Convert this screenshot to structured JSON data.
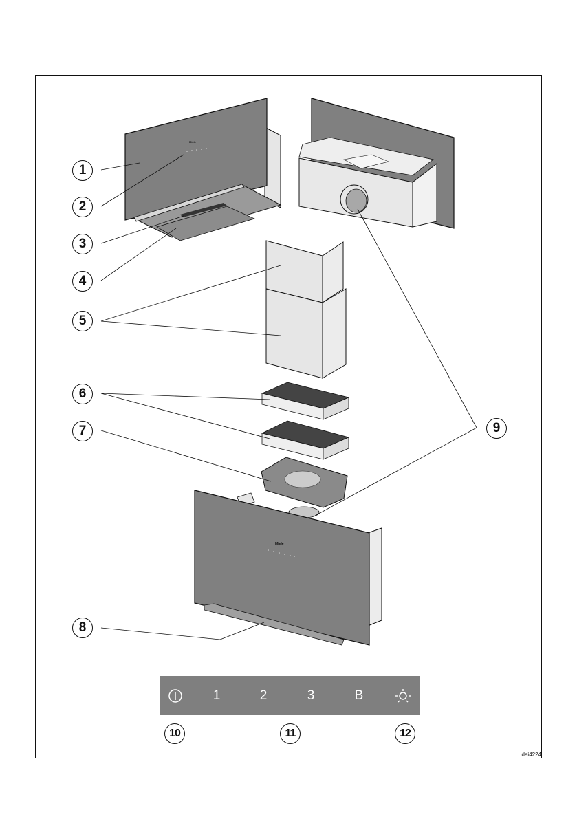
{
  "figure": {
    "id_label": "dai4224",
    "callouts": [
      "1",
      "2",
      "3",
      "4",
      "5",
      "6",
      "7",
      "8",
      "9",
      "10",
      "11",
      "12"
    ],
    "brand_mark": "Miele",
    "colors": {
      "glass_panel": "#808080",
      "housing": "#e6e6e6",
      "line": "#111111",
      "control_panel": "#7f7f7f",
      "control_text": "#ffffff"
    }
  },
  "control_panel": {
    "buttons": [
      {
        "name": "power",
        "label": "",
        "icon": "power-icon"
      },
      {
        "name": "fan-1",
        "label": "1"
      },
      {
        "name": "fan-2",
        "label": "2"
      },
      {
        "name": "fan-3",
        "label": "3"
      },
      {
        "name": "boost",
        "label": "B"
      },
      {
        "name": "light",
        "label": "",
        "icon": "light-icon"
      }
    ]
  }
}
